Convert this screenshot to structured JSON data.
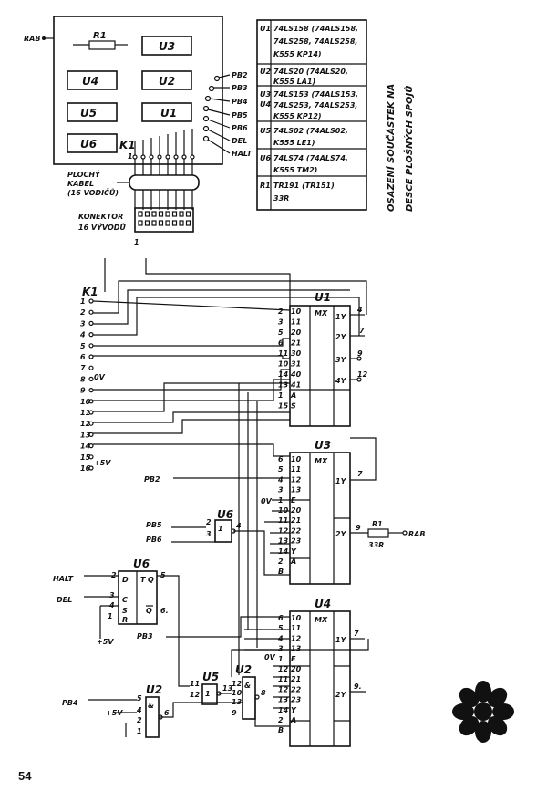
{
  "board": {
    "chips": [
      "R1",
      "U3",
      "U4",
      "U2",
      "U5",
      "U1",
      "U6"
    ],
    "signal_labels": [
      "PB2",
      "PB3",
      "PB4",
      "PB5",
      "PB6",
      "DEL",
      "HALT"
    ],
    "k1": "K1",
    "rab": "RAB",
    "cable_label": [
      "PLOCHÝ",
      "KABEL",
      "(16 VODIČŮ)"
    ],
    "connector_label": [
      "KONEKTOR",
      "16 VÝVODŮ"
    ],
    "pin_one": "1"
  },
  "parts_table": [
    {
      "ref": "U1",
      "text": [
        "74LS158 (74ALS158,",
        "74LS258, 74ALS258,",
        "K555 KP14)"
      ]
    },
    {
      "ref": "U2",
      "text": [
        "74LS20 (74ALS20,",
        "K555 LA1)"
      ]
    },
    {
      "ref": "U3\nU4",
      "text": [
        "74LS153 (74ALS153,",
        "74LS253, 74ALS253,",
        "K555 KP12)"
      ]
    },
    {
      "ref": "U5",
      "text": [
        "74LS02 (74ALS02,",
        "K555 LE1)"
      ]
    },
    {
      "ref": "U6",
      "text": [
        "74LS74 (74ALS74,",
        "K555 TM2)"
      ]
    },
    {
      "ref": "R1",
      "text": [
        "TR191 (TR151)",
        "33R"
      ]
    }
  ],
  "caption": [
    "OSAZENÍ SOUČÁSTEK NA",
    "DESCE PLOŠNÝCH SPOJŮ"
  ],
  "schematic": {
    "k1": "K1",
    "k1_pins": [
      "1",
      "2",
      "3",
      "4",
      "5",
      "6",
      "7",
      "8",
      "9",
      "10",
      "11",
      "12",
      "13",
      "14",
      "15",
      "16"
    ],
    "zero_v": "0V",
    "plus5v": "+5V",
    "u1": {
      "name": "U1",
      "mx": "MX",
      "in": [
        "2",
        "10",
        "3",
        "11",
        "5",
        "20",
        "6",
        "21",
        "11",
        "30",
        "10",
        "31",
        "14",
        "40",
        "13",
        "41",
        "1",
        "A",
        "15",
        "S"
      ],
      "out": [
        "4",
        "1Y",
        "7",
        "2Y",
        "9",
        "3Y",
        "12",
        "4Y"
      ]
    },
    "u3": {
      "name": "U3",
      "mx": "MX",
      "in": [
        "6",
        "10",
        "5",
        "11",
        "4",
        "12",
        "3",
        "13",
        "1",
        "E",
        "10",
        "20",
        "11",
        "21",
        "12",
        "22",
        "13",
        "23",
        "14",
        "Y",
        "2",
        "A",
        "B"
      ],
      "out": [
        "7",
        "1Y",
        "9",
        "2Y"
      ]
    },
    "u4": {
      "name": "U4",
      "mx": "MX",
      "in": [
        "6",
        "10",
        "5",
        "11",
        "4",
        "12",
        "3",
        "13",
        "1",
        "E",
        "12",
        "20",
        "11",
        "21",
        "12",
        "22",
        "13",
        "23",
        "14",
        "Y",
        "2",
        "A",
        "B"
      ],
      "out": [
        "7",
        "1Y",
        "9.",
        "2Y"
      ]
    },
    "u6": {
      "name": "U6",
      "pins": [
        "2",
        "D",
        "T",
        "Q",
        "5",
        "3",
        "C",
        "4",
        "S",
        "1",
        "R",
        "Q",
        "6."
      ]
    },
    "u6b": {
      "name": "U6",
      "pins": [
        "2",
        "1",
        "3",
        "4"
      ]
    },
    "u5": {
      "name": "U5",
      "pins": [
        "11",
        "12",
        "1",
        "13"
      ]
    },
    "u2a": {
      "name": "U2",
      "pins": [
        "12",
        "10",
        "13",
        "9",
        "8",
        "&"
      ]
    },
    "u2b": {
      "name": "U2",
      "pins": [
        "5",
        "4",
        "2",
        "1",
        "6",
        "&"
      ]
    },
    "signals": {
      "pb2": "PB2",
      "pb5": "PB5",
      "pb6": "PB6",
      "halt": "HALT",
      "del": "DEL",
      "pb3": "PB3",
      "pb4": "PB4",
      "rab": "RAB",
      "r1": "R1",
      "r1v": "33R"
    }
  },
  "page_number": "54"
}
